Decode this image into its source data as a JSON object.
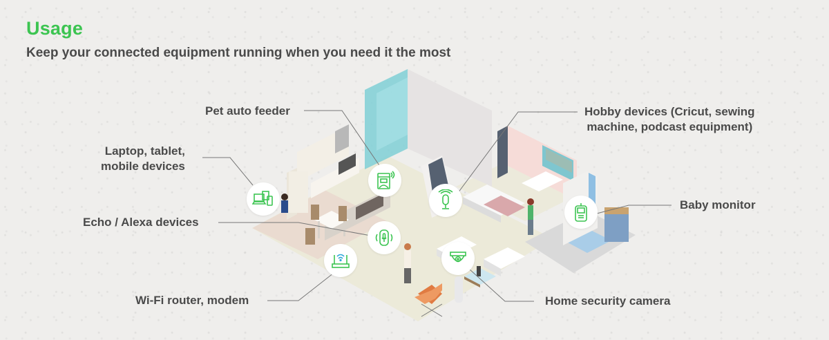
{
  "header": {
    "title": "Usage",
    "subtitle": "Keep your connected equipment running when you need it the most"
  },
  "colors": {
    "title_green": "#3cc451",
    "icon_green": "#3cc451",
    "text_dark": "#4a4a4a",
    "background": "#efeeec",
    "leader_line": "#777777",
    "wifi_blue": "#2ea8d8"
  },
  "callouts": [
    {
      "id": "pet-feeder",
      "label": "Pet auto feeder",
      "icon": "pet-feeder-icon"
    },
    {
      "id": "laptop",
      "label_lines": [
        "Laptop, tablet,",
        "mobile devices"
      ],
      "icon": "devices-icon"
    },
    {
      "id": "echo",
      "label": "Echo / Alexa devices",
      "icon": "smart-speaker-icon"
    },
    {
      "id": "router",
      "label": "Wi-Fi router, modem",
      "icon": "router-icon"
    },
    {
      "id": "hobby",
      "label_lines": [
        "Hobby devices (Cricut, sewing",
        "machine, podcast equipment)"
      ],
      "icon": "microphone-icon"
    },
    {
      "id": "baby",
      "label": "Baby monitor",
      "icon": "baby-monitor-icon"
    },
    {
      "id": "camera",
      "label": "Home security camera",
      "icon": "security-camera-icon"
    }
  ]
}
